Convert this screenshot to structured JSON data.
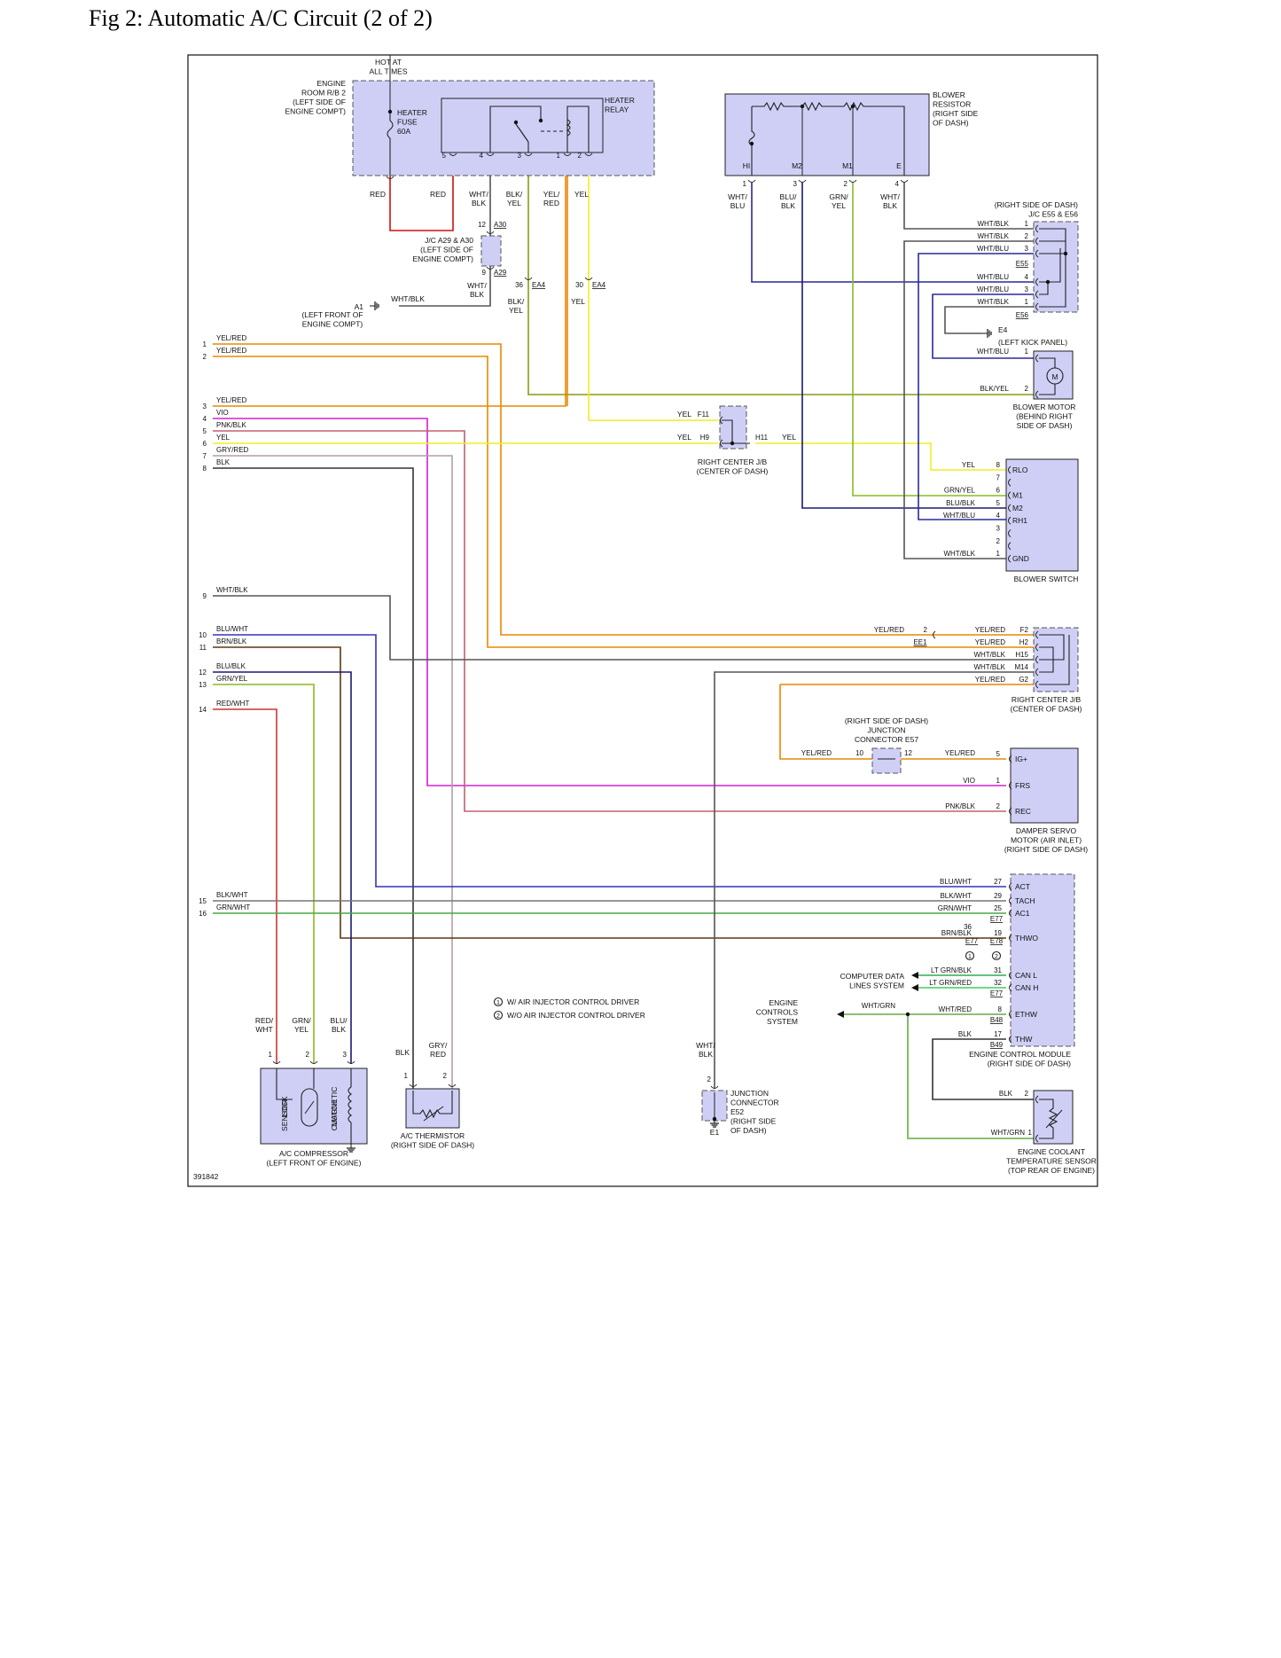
{
  "title": "Fig 2: Automatic A/C Circuit (2 of 2)",
  "code": "391842",
  "colors": {
    "RED": "#cc1111",
    "WHT/BLK": "#555555",
    "BLK/YEL": "#8a9a10",
    "YEL/RED": "#e88800",
    "YEL": "#eeee22",
    "WHT/BLU": "#2a2a99",
    "BLU/BLK": "#1a1a70",
    "GRN/YEL": "#88bb22",
    "VIO": "#d020d0",
    "PNK/BLK": "#c06070",
    "GRY/RED": "#b0a0a0",
    "BLK": "#333333",
    "BLU/WHT": "#3333bb",
    "BRN/BLK": "#5a3a10",
    "GRN/WHT": "#44aa44",
    "RED/WHT": "#cc3333",
    "BLK/WHT": "#777777",
    "LT GRN/BLK": "#33aa55",
    "LT GRN/RED": "#44cc66",
    "WHT/GRN": "#66aa44",
    "WHT/RED": "#cc5555"
  },
  "left_edge": [
    {
      "n": "1",
      "label": "YEL/RED"
    },
    {
      "n": "2",
      "label": "YEL/RED"
    },
    {
      "n": "3",
      "label": "YEL/RED"
    },
    {
      "n": "4",
      "label": "VIO"
    },
    {
      "n": "5",
      "label": "PNK/BLK"
    },
    {
      "n": "6",
      "label": "YEL"
    },
    {
      "n": "7",
      "label": "GRY/RED"
    },
    {
      "n": "8",
      "label": "BLK"
    },
    {
      "n": "9",
      "label": "WHT/BLK"
    },
    {
      "n": "10",
      "label": "BLU/WHT"
    },
    {
      "n": "11",
      "label": "BRN/BLK"
    },
    {
      "n": "12",
      "label": "BLU/BLK"
    },
    {
      "n": "13",
      "label": "GRN/YEL"
    },
    {
      "n": "14",
      "label": "RED/WHT"
    },
    {
      "n": "15",
      "label": "BLK/WHT"
    },
    {
      "n": "16",
      "label": "GRN/WHT"
    }
  ],
  "engine_room": {
    "hot": [
      "HOT AT",
      "ALL TIMES"
    ],
    "rb": [
      "ENGINE",
      "ROOM R/B 2",
      "(LEFT SIDE OF",
      "ENGINE COMPT)"
    ],
    "fuse": [
      "HEATER",
      "FUSE",
      "60A"
    ],
    "relay": [
      "HEATER",
      "RELAY"
    ],
    "pins": [
      "5",
      "4",
      "3",
      "1",
      "2"
    ],
    "wires": [
      [
        "RED"
      ],
      [
        "RED"
      ],
      [
        "WHT/",
        "BLK"
      ],
      [
        "BLK/",
        "YEL"
      ],
      [
        "YEL/",
        "RED"
      ],
      [
        "YEL"
      ]
    ],
    "jc": [
      "J/C A29 & A30",
      "(LEFT SIDE OF",
      "ENGINE COMPT)"
    ],
    "jc_pins": [
      "12",
      "A30",
      "9",
      "A29"
    ],
    "wht_blk_short": [
      "WHT/",
      "BLK"
    ],
    "ea4_36": "36",
    "ea4_30": "30",
    "ea4": "EA4",
    "blk_yel2": [
      "BLK/",
      "YEL"
    ],
    "yel2": "YEL",
    "a1": "A1",
    "a1_wire": "WHT/BLK",
    "a1_loc": [
      "(LEFT FRONT OF",
      "ENGINE COMPT)"
    ]
  },
  "blower_resistor": {
    "name": [
      "BLOWER",
      "RESISTOR",
      "(RIGHT SIDE",
      "OF DASH)"
    ],
    "pins": [
      "HI",
      "M2",
      "M1",
      "E"
    ],
    "nums": [
      "1",
      "3",
      "2",
      "4"
    ],
    "wires": [
      [
        "WHT/",
        "BLU"
      ],
      [
        "BLU/",
        "BLK"
      ],
      [
        "GRN/",
        "YEL"
      ],
      [
        "WHT/",
        "BLK"
      ]
    ]
  },
  "jc_e55": {
    "name": [
      "(RIGHT SIDE OF DASH)",
      "J/C E55 & E56"
    ],
    "rows": [
      {
        "w": "WHT/BLK",
        "p": "1"
      },
      {
        "w": "WHT/BLK",
        "p": "2"
      },
      {
        "w": "WHT/BLU",
        "p": "3"
      },
      {
        "w": "WHT/BLU",
        "p": "4"
      },
      {
        "w": "WHT/BLU",
        "p": "3"
      },
      {
        "w": "WHT/BLK",
        "p": "1"
      }
    ],
    "e55": "E55",
    "e56": "E56",
    "e4": "E4",
    "e4_loc": "(LEFT KICK PANEL)"
  },
  "blower_motor": {
    "name": [
      "BLOWER MOTOR",
      "(BEHIND RIGHT",
      "SIDE OF DASH)"
    ],
    "w1": "WHT/BLU",
    "p1": "1",
    "w2": "BLK/YEL",
    "p2": "2",
    "m": "M"
  },
  "right_jb1": {
    "name": [
      "RIGHT CENTER J/B",
      "(CENTER OF DASH)"
    ],
    "yel": "YEL",
    "f11": "F11",
    "h9": "H9",
    "h11": "H11"
  },
  "blower_switch": {
    "name": "BLOWER SWITCH",
    "rows": [
      {
        "w": "YEL",
        "p": "8",
        "t": "RLO"
      },
      {
        "w": "",
        "p": "7",
        "t": ""
      },
      {
        "w": "GRN/YEL",
        "p": "6",
        "t": "M1"
      },
      {
        "w": "BLU/BLK",
        "p": "5",
        "t": "M2"
      },
      {
        "w": "WHT/BLU",
        "p": "4",
        "t": "RH1"
      },
      {
        "w": "",
        "p": "3",
        "t": ""
      },
      {
        "w": "",
        "p": "2",
        "t": ""
      },
      {
        "w": "WHT/BLK",
        "p": "1",
        "t": "GND"
      }
    ]
  },
  "right_jb2": {
    "name": [
      "RIGHT CENTER J/B",
      "(CENTER OF DASH)"
    ],
    "left_wire": "YEL/RED",
    "left_pin": "2",
    "ee1": "EE1",
    "rows": [
      {
        "w": "YEL/RED",
        "p": "F2"
      },
      {
        "w": "YEL/RED",
        "p": "H2"
      },
      {
        "w": "WHT/BLK",
        "p": "H15"
      },
      {
        "w": "WHT/BLK",
        "p": "M14"
      },
      {
        "w": "YEL/RED",
        "p": "G2"
      }
    ]
  },
  "jc_e57": {
    "name": [
      "(RIGHT SIDE OF DASH)",
      "JUNCTION",
      "CONNECTOR E57"
    ],
    "lw": "YEL/RED",
    "lp": "10",
    "rp": "12",
    "rw": "YEL/RED"
  },
  "damper": {
    "name": [
      "DAMPER SERVO",
      "MOTOR (AIR INLET)",
      "(RIGHT SIDE OF DASH)"
    ],
    "rows": [
      {
        "w": "YEL/RED",
        "p": "5",
        "t": "IG+"
      },
      {
        "w": "VIO",
        "p": "1",
        "t": "FRS"
      },
      {
        "w": "PNK/BLK",
        "p": "2",
        "t": "REC"
      }
    ]
  },
  "ecm": {
    "name": [
      "ENGINE CONTROL MODULE",
      "(RIGHT SIDE OF DASH)"
    ],
    "rows": [
      {
        "w": "BLU/WHT",
        "p": "27",
        "t": "ACT"
      },
      {
        "w": "BLK/WHT",
        "p": "29",
        "t": "TACH"
      },
      {
        "w": "GRN/WHT",
        "p": "25",
        "t": "AC1"
      },
      {
        "w": "BRN/BLK",
        "p": "19",
        "t": "THWO"
      },
      {
        "w": "LT GRN/BLK",
        "p": "31",
        "t": "CAN L"
      },
      {
        "w": "LT GRN/RED",
        "p": "32",
        "t": "CAN H"
      },
      {
        "w": "WHT/RED",
        "p": "8",
        "t": "ETHW"
      },
      {
        "w": "BLK",
        "p": "17",
        "t": "THW"
      }
    ],
    "e77": "E77",
    "e78": "E78",
    "p36": "36",
    "b48": "B48",
    "b49": "B49",
    "n1": "1",
    "n2": "2",
    "cdl": [
      "COMPUTER DATA",
      "LINES SYSTEM"
    ],
    "ecs": [
      "ENGINE",
      "CONTROLS",
      "SYSTEM"
    ],
    "wg": "WHT/GRN"
  },
  "notes": [
    "W/ AIR INJECTOR CONTROL DRIVER",
    "W/O AIR INJECTOR CONTROL DRIVER"
  ],
  "compressor": {
    "name": [
      "A/C COMPRESSOR",
      "(LEFT FRONT OF ENGINE)"
    ],
    "wires": [
      [
        "RED/",
        "WHT"
      ],
      [
        "GRN/",
        "YEL"
      ],
      [
        "BLU/",
        "BLK"
      ]
    ],
    "pins": [
      "1",
      "2",
      "3"
    ],
    "lock": [
      "LOCK",
      "SENSOR"
    ],
    "clutch": [
      "MAGNETIC",
      "CLUTCH"
    ]
  },
  "thermistor": {
    "name": [
      "A/C THERMISTOR",
      "(RIGHT SIDE OF DASH)"
    ],
    "wires": [
      [
        "BLK"
      ],
      [
        "GRY/",
        "RED"
      ]
    ],
    "pins": [
      "1",
      "2"
    ]
  },
  "jc_e52": {
    "name": [
      "JUNCTION",
      "CONNECTOR",
      "E52",
      "(RIGHT SIDE",
      "OF DASH)"
    ],
    "wire": [
      "WHT/",
      "BLK"
    ],
    "pin": "2",
    "ground": "E1"
  },
  "ect": {
    "name": [
      "ENGINE COOLANT",
      "TEMPERATURE SENSOR",
      "(TOP REAR OF ENGINE)"
    ],
    "w2": "BLK",
    "p2": "2",
    "w1": "WHT/GRN",
    "p1": "1"
  }
}
